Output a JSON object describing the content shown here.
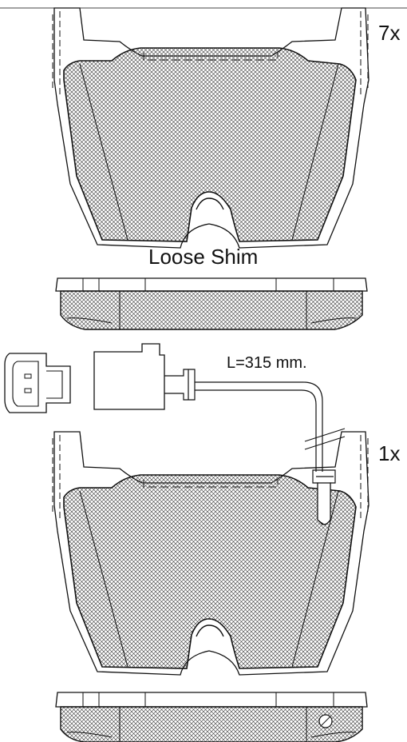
{
  "labels": {
    "qty_top": "7x",
    "loose_shim": "Loose Shim",
    "wire_length": "L=315 mm.",
    "qty_bottom": "1x"
  }
}
